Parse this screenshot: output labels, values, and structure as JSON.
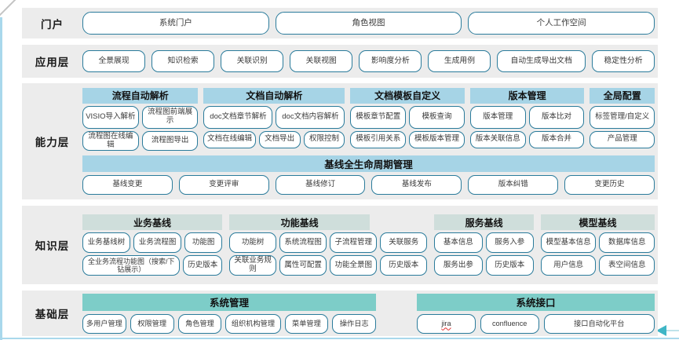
{
  "colors": {
    "band_bg": "#ececec",
    "header_light_blue": "#a6d4e6",
    "header_pale_green": "#cfdedb",
    "header_teal": "#7dcdc8",
    "node_border": "#2a7b9b",
    "slide_edge_blue": "#a9d8ec",
    "arrow_teal": "#3fb6c6"
  },
  "portal": {
    "label": "门户",
    "items": [
      "系统门户",
      "角色视图",
      "个人工作空间"
    ]
  },
  "app": {
    "label": "应用层",
    "items": [
      "全景展现",
      "知识检索",
      "关联识别",
      "关联视图",
      "影响度分析",
      "生成用例",
      "自动生成导出文档",
      "稳定性分析"
    ]
  },
  "capability": {
    "label": "能力层",
    "groups": [
      {
        "title": "流程自动解析",
        "row1": [
          "VISIO导入解析",
          "流程图前端展示"
        ],
        "row2": [
          "流程图在线编辑",
          "流程图导出"
        ]
      },
      {
        "title": "文档自动解析",
        "row1": [
          "doc文档章节解析",
          "doc文档内容解析"
        ],
        "row2": [
          "文档在线编辑",
          "文档导出",
          "权限控制"
        ]
      },
      {
        "title": "文档模板自定义",
        "row1": [
          "模板章节配置",
          "模板查询"
        ],
        "row2": [
          "模板引用关系",
          "模板版本管理"
        ]
      },
      {
        "title": "版本管理",
        "row1": [
          "版本管理",
          "版本比对"
        ],
        "row2": [
          "版本关联信息",
          "版本合并"
        ]
      },
      {
        "title": "全局配置",
        "row1": [
          "标签管理/自定义"
        ],
        "row2": [
          "产品管理"
        ]
      }
    ],
    "baseline": {
      "title": "基线全生命周期管理",
      "items": [
        "基线变更",
        "变更评审",
        "基线修订",
        "基线发布",
        "版本纠错",
        "变更历史"
      ]
    }
  },
  "knowledge": {
    "label": "知识层",
    "groups": [
      {
        "title": "业务基线",
        "row1": [
          "业务基线树",
          "业务流程图",
          "功能图"
        ],
        "row2": [
          "全业务流程功能图（搜索/下钻展示）",
          "历史版本"
        ]
      },
      {
        "title": "功能基线",
        "row1": [
          "功能树",
          "系统流程图",
          "子流程管理",
          "关联服务"
        ],
        "row2": [
          "关联业务规则",
          "属性可配置",
          "功能全景图",
          "历史版本"
        ]
      },
      {
        "title": "服务基线",
        "row1": [
          "基本信息",
          "服务入参"
        ],
        "row2": [
          "服务出参",
          "历史版本"
        ]
      },
      {
        "title": "模型基线",
        "row1": [
          "模型基本信息",
          "数据库信息"
        ],
        "row2": [
          "用户信息",
          "表空间信息"
        ]
      }
    ]
  },
  "foundation": {
    "label": "基础层",
    "groups": [
      {
        "title": "系统管理",
        "items": [
          "多用户管理",
          "权限管理",
          "角色管理",
          "组织机构管理",
          "菜单管理",
          "操作日志"
        ]
      },
      {
        "title": "系统接口",
        "items": [
          "jira",
          "confluence",
          "接口自动化平台"
        ]
      }
    ]
  }
}
